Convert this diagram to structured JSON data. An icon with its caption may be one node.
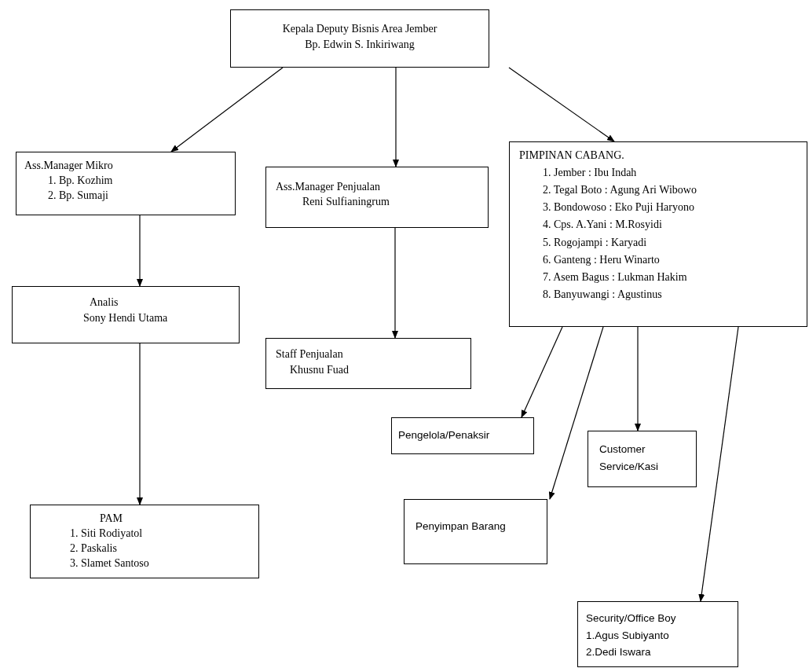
{
  "diagram": {
    "nodes": [
      {
        "text": [
          "Kepala Deputy Bisnis Area Jember",
          "Bp. Edwin S. Inkiriwang"
        ]
      },
      {
        "text": [
          "Ass.Manager Mikro",
          "1. Bp. Kozhim",
          "2. Bp. Sumaji"
        ]
      },
      {
        "text": [
          "Ass.Manager Penjualan",
          "Reni Sulfianingrum"
        ]
      },
      {
        "text": [
          "PIMPINAN CABANG.",
          "1. Jember : Ibu Indah",
          "2. Tegal Boto : Agung Ari Wibowo",
          "3. Bondowoso : Eko Puji Haryono",
          "4. Cps. A.Yani : M.Rosyidi",
          "5. Rogojampi : Karyadi",
          "6. Ganteng : Heru Winarto",
          "7. Asem Bagus : Lukman Hakim",
          "8. Banyuwangi : Agustinus"
        ]
      },
      {
        "text": [
          "Analis",
          "Sony Hendi Utama"
        ]
      },
      {
        "text": [
          "Staff Penjualan",
          "Khusnu Fuad"
        ]
      },
      {
        "text": [
          "Pengelola/Penaksir"
        ]
      },
      {
        "text": [
          "Customer Service/Kasi"
        ]
      },
      {
        "text": [
          "PAM",
          "1. Siti Rodiyatol",
          "2. Paskalis",
          "3. Slamet Santoso"
        ]
      },
      {
        "text": [
          "Penyimpan Barang"
        ]
      },
      {
        "text": [
          "Security/Office Boy",
          "1.Agus Subiyanto",
          "2.Dedi Iswara"
        ]
      }
    ],
    "edges": [
      {
        "from": 0,
        "to": 1,
        "arrow": "to"
      },
      {
        "from": 0,
        "to": 2,
        "arrow": "to"
      },
      {
        "from": 0,
        "to": 3,
        "arrow": "to"
      },
      {
        "from": 1,
        "to": 4,
        "arrow": "to"
      },
      {
        "from": 2,
        "to": 5,
        "arrow": "to"
      },
      {
        "from": 4,
        "to": 8,
        "arrow": "to"
      },
      {
        "from": 3,
        "to": 6,
        "arrow": "to"
      },
      {
        "from": 3,
        "to": 9,
        "arrow": "to"
      },
      {
        "from": 3,
        "to": 7,
        "arrow": "to"
      },
      {
        "from": 3,
        "to": 10,
        "arrow": "to"
      }
    ]
  }
}
